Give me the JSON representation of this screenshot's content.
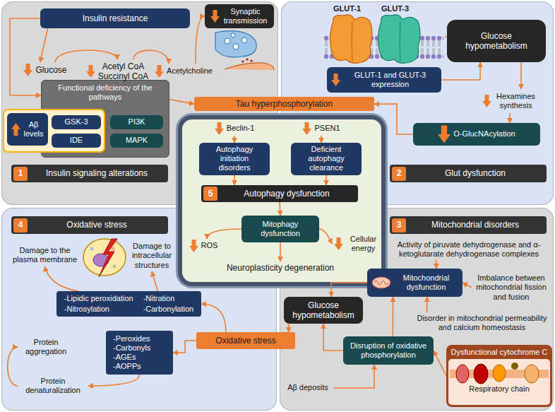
{
  "diagram": {
    "nodes": [
      {
        "text": [
          "1",
          "Insulin signaling alterations"
        ]
      },
      {
        "text": [
          "Insulin resistance"
        ],
        "in": 0
      },
      {
        "text": [
          "Synaptic transmission"
        ],
        "in": 0
      },
      {
        "text": [
          "Glucose"
        ],
        "in": 0
      },
      {
        "text": [
          "Acetyl CoA Succinyl CoA"
        ],
        "in": 0
      },
      {
        "text": [
          "Acetylcholine"
        ],
        "in": 0
      },
      {
        "text": [
          "Functional deficiency of the pathways"
        ],
        "in": 0
      },
      {
        "text": [
          "Aβ levels"
        ],
        "in": 0
      },
      {
        "text": [
          "GSK-3"
        ],
        "in": 6
      },
      {
        "text": [
          "IDE"
        ],
        "in": 6
      },
      {
        "text": [
          "PI3K"
        ],
        "in": 6
      },
      {
        "text": [
          "MAPK"
        ],
        "in": 6
      },
      {
        "text": [
          "2",
          "Glut dysfunction"
        ]
      },
      {
        "text": [
          "GLUT-1 and GLUT-3 expression"
        ],
        "in": 12
      },
      {
        "text": [
          "Glucose hypometabolism"
        ],
        "in": 12
      },
      {
        "text": [
          "Hexamines synthesis"
        ],
        "in": 12
      },
      {
        "text": [
          "O-GlucNAcylation"
        ],
        "in": 12
      },
      {
        "text": [
          "Tau hyperphosphorylation"
        ]
      },
      {
        "text": [
          "Beclin-1"
        ]
      },
      {
        "text": [
          "PSEN1"
        ]
      },
      {
        "text": [
          "Autophagy initiation disorders"
        ]
      },
      {
        "text": [
          "Deficient autophagy clearance"
        ]
      },
      {
        "text": [
          "5",
          "Autophagy dysfunction"
        ]
      },
      {
        "text": [
          "Mitophagy dysfunction"
        ]
      },
      {
        "text": [
          "ROS"
        ]
      },
      {
        "text": [
          "Cellular energy"
        ]
      },
      {
        "text": [
          "Neuroplasticity degeneration"
        ]
      },
      {
        "text": [
          "4",
          "Oxidative stress"
        ]
      },
      {
        "text": [
          "Damage to the plasma membrane"
        ],
        "in": 27
      },
      {
        "text": [
          "Damage to intracellular structures"
        ],
        "in": 27
      },
      {
        "text": [
          "-Lipidic peroxidation",
          "-Nitration",
          "-Nitrosylation",
          "-Carbonylation"
        ],
        "in": 27
      },
      {
        "text": [
          "-Peroxides",
          "-Carbonyls",
          "-AGEs",
          "-AOPPs"
        ],
        "in": 27
      },
      {
        "text": [
          "Protein aggregation"
        ],
        "in": 27
      },
      {
        "text": [
          "Protein denaturalization"
        ],
        "in": 27
      },
      {
        "text": [
          "3",
          "Mitochondrial disorders"
        ]
      },
      {
        "text": [
          "Activity of piruvate dehydrogenase and α-ketoglutarate dehydrogenase complexes"
        ],
        "in": 34
      },
      {
        "text": [
          "Mitochondrial dysfunction"
        ],
        "in": 34
      },
      {
        "text": [
          "Imbalance between mitochondrial fission and fusion"
        ],
        "in": 34
      },
      {
        "text": [
          "Disorder in mitochondrial permeability and calcium homeostasis"
        ],
        "in": 34
      },
      {
        "text": [
          "Glucose hypometabolism"
        ],
        "in": 34
      },
      {
        "text": [
          "Disruption of oxidative phosphorylation"
        ],
        "in": 34
      },
      {
        "text": [
          "Aβ deposits"
        ],
        "in": 34
      },
      {
        "text": [
          "Dysfunctional cytochrome C",
          "Respiratory chain"
        ],
        "in": 34
      },
      {
        "text": [
          "Oxidative stress"
        ]
      }
    ],
    "edges": [
      {
        "from": 1,
        "to": 3,
        "arrow": "to"
      },
      {
        "from": 1,
        "to": 6,
        "arrow": "to"
      },
      {
        "from": 3,
        "to": 4,
        "arrow": "to"
      },
      {
        "from": 4,
        "to": 5,
        "arrow": "to"
      },
      {
        "from": 5,
        "to": 2,
        "arrow": "to"
      },
      {
        "from": 6,
        "to": 17,
        "arrow": "to"
      },
      {
        "from": 13,
        "to": 14,
        "arrow": "to"
      },
      {
        "from": 14,
        "to": 15,
        "arrow": "to"
      },
      {
        "from": 15,
        "to": 16,
        "arrow": "to"
      },
      {
        "from": 16,
        "to": 17,
        "arrow": "to"
      },
      {
        "from": 18,
        "to": 20,
        "arrow": "to"
      },
      {
        "from": 19,
        "to": 21,
        "arrow": "to"
      },
      {
        "from": 20,
        "to": 22,
        "arrow": "to"
      },
      {
        "from": 21,
        "to": 22,
        "arrow": "to"
      },
      {
        "from": 22,
        "to": 23,
        "arrow": "to"
      },
      {
        "from": 23,
        "to": 24,
        "arrow": "to"
      },
      {
        "from": 23,
        "to": 25,
        "arrow": "to"
      },
      {
        "from": 23,
        "to": 26,
        "arrow": "to"
      },
      {
        "from": 43,
        "to": 30,
        "arrow": "to"
      },
      {
        "from": 43,
        "to": 31,
        "arrow": "to"
      },
      {
        "from": 30,
        "to": 28,
        "arrow": "to"
      },
      {
        "from": 30,
        "to": 29,
        "arrow": "to"
      },
      {
        "from": 31,
        "to": 33,
        "arrow": "to"
      },
      {
        "from": 33,
        "to": 32,
        "arrow": "to"
      },
      {
        "from": 35,
        "to": 36,
        "arrow": "to"
      },
      {
        "from": 37,
        "to": 36,
        "arrow": "to"
      },
      {
        "from": 38,
        "to": 36,
        "arrow": "to"
      },
      {
        "from": 36,
        "to": 39,
        "arrow": "to"
      },
      {
        "from": 40,
        "to": 39,
        "arrow": "to"
      },
      {
        "from": 40,
        "to": 36,
        "arrow": "to"
      },
      {
        "from": 41,
        "to": 40,
        "arrow": "to"
      },
      {
        "from": 42,
        "to": 40,
        "arrow": "to"
      },
      {
        "from": 39,
        "to": 43,
        "arrow": "to"
      }
    ],
    "labels": [
      "GLUT-1",
      "GLUT-3"
    ]
  }
}
